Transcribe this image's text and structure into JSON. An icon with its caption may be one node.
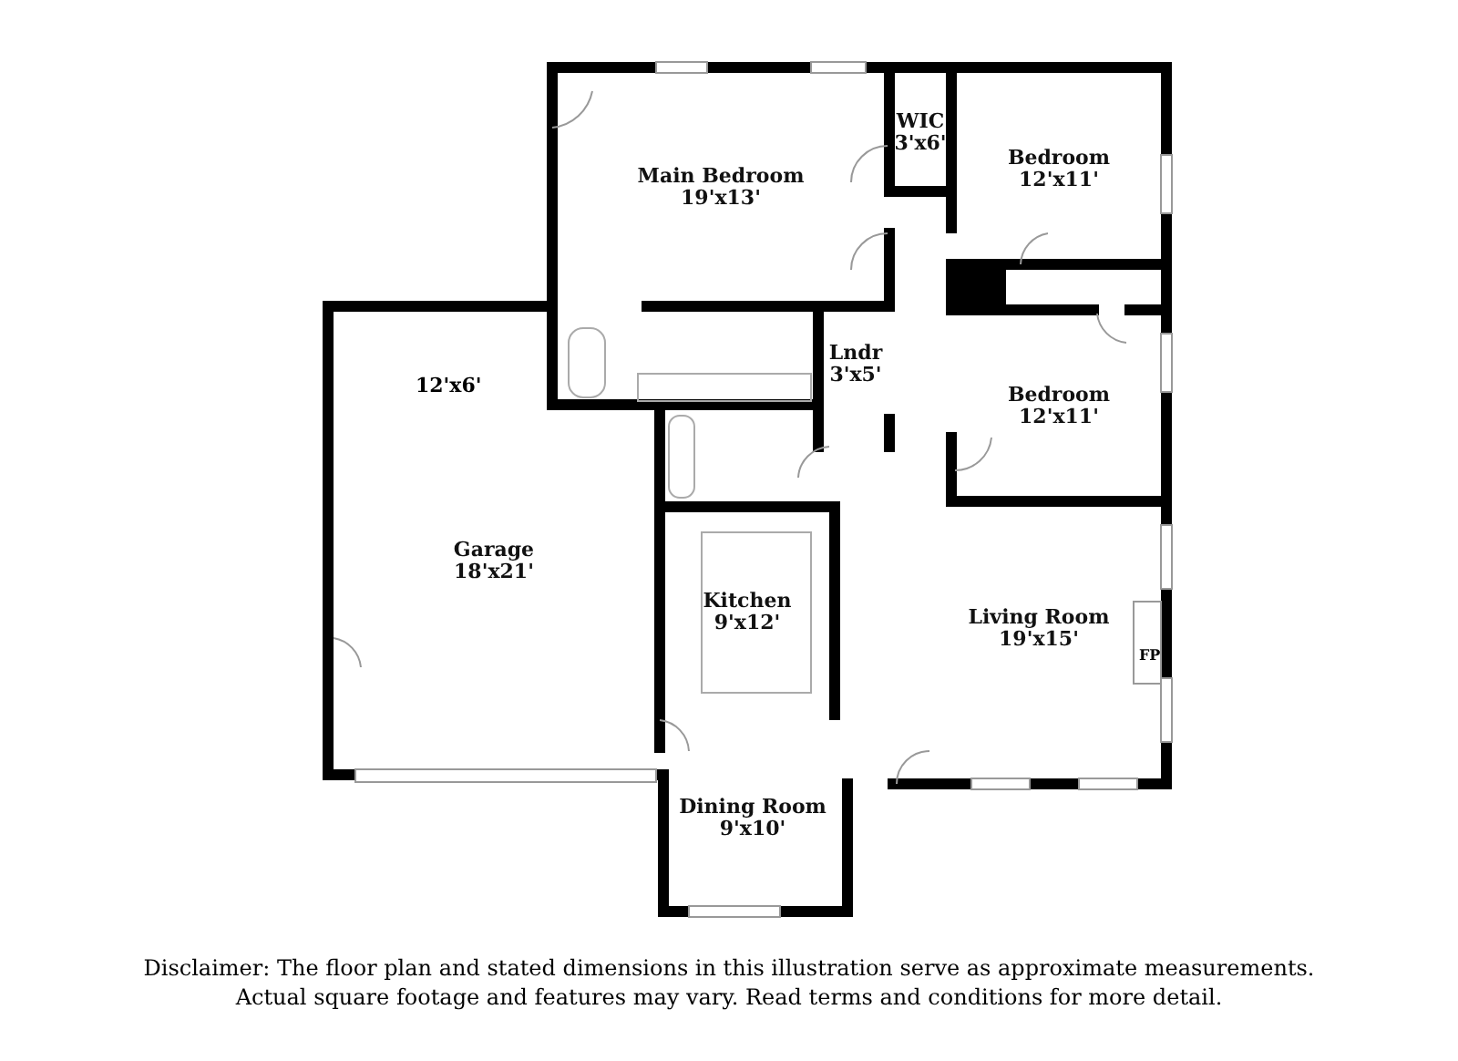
{
  "diagram": {
    "nodes": [
      {
        "text": [
          "Main Bedroom",
          "19'x13'"
        ]
      },
      {
        "text": [
          "WIC",
          "3'x6'"
        ]
      },
      {
        "text": [
          "Bedroom",
          "12'x11'"
        ]
      },
      {
        "text": [
          "Lndr",
          "3'x5'"
        ]
      },
      {
        "text": [
          "Bedroom",
          "12'x11'"
        ]
      },
      {
        "text": [
          "Garage",
          "18'x21'"
        ]
      },
      {
        "text": [
          "Kitchen",
          "9'x12'"
        ]
      },
      {
        "text": [
          "Living Room",
          "19'x15'"
        ]
      },
      {
        "text": [
          "Dining Room",
          "9'x10'"
        ]
      }
    ],
    "edges": [],
    "labels": [
      "12'x6'",
      "FP",
      "Disclaimer: The floor plan and stated dimensions in this illustration serve as approximate measurements.",
      "Actual square footage and features may vary. Read terms and conditions for more detail."
    ]
  }
}
